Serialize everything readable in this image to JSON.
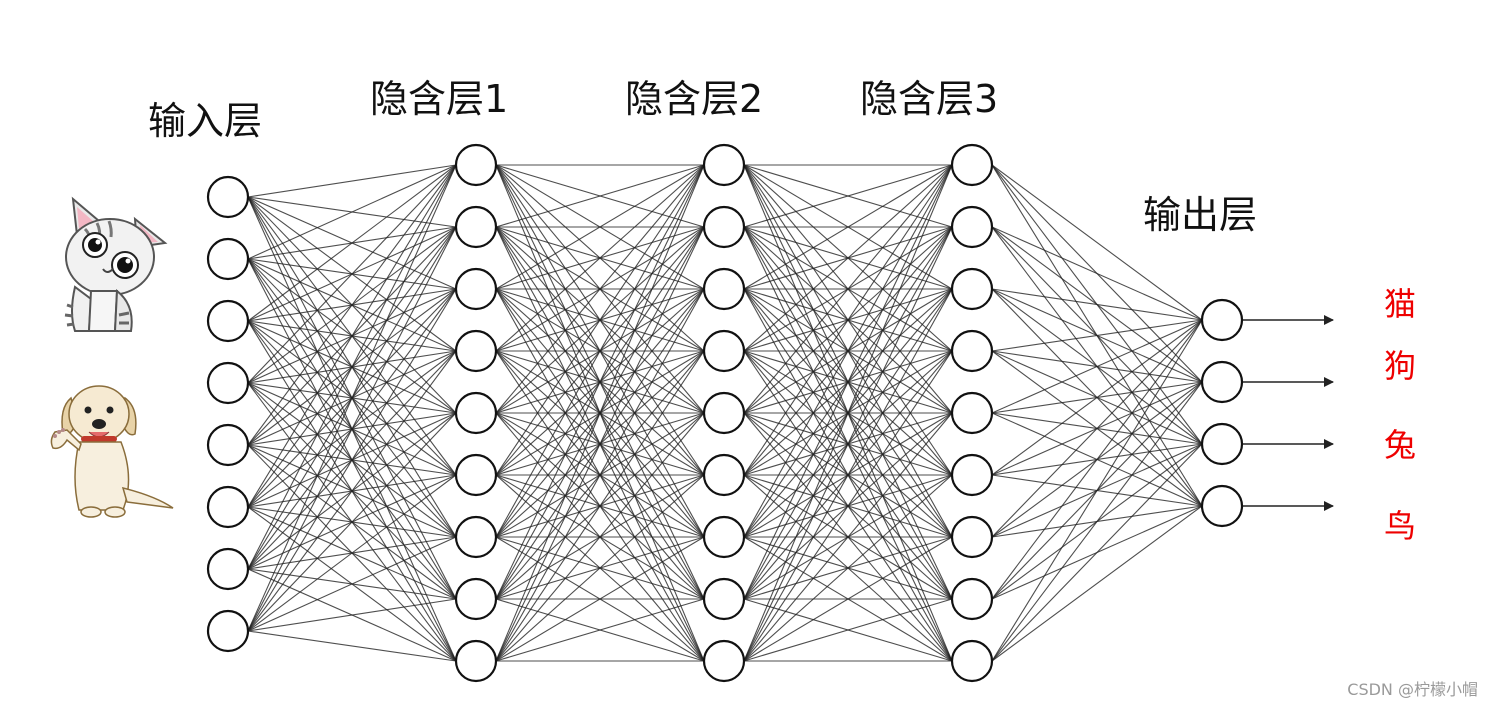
{
  "labels": {
    "input_layer": "输入层",
    "hidden_layer_1": "隐含层1",
    "hidden_layer_2": "隐含层2",
    "hidden_layer_3": "隐含层3",
    "output_layer": "输出层"
  },
  "network": {
    "layer_sizes": [
      8,
      9,
      9,
      9,
      4
    ],
    "fully_connected": true,
    "output_arrows": true
  },
  "inputs": [
    {
      "icon": "cat-cartoon-icon"
    },
    {
      "icon": "dog-cartoon-icon"
    }
  ],
  "classes": [
    "猫",
    "狗",
    "兔",
    "鸟"
  ],
  "colors": {
    "background": "#ffffff",
    "node_fill": "#ffffff",
    "node_stroke": "#111111",
    "edge": "#222222",
    "layer_label": "#111111",
    "class_label": "#ee0000",
    "watermark": "#9a9a9a"
  },
  "watermark": "CSDN @柠檬小帽"
}
